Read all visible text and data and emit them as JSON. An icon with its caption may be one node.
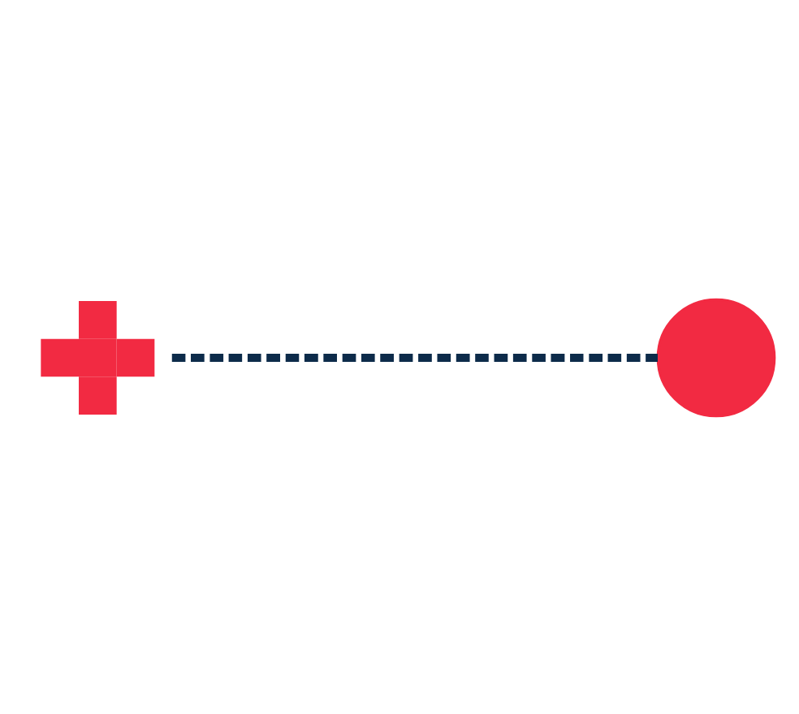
{
  "diagram": {
    "nodes": [
      {
        "text": [],
        "shape": "cross"
      },
      {
        "text": [],
        "shape": "circle"
      }
    ],
    "edges": [
      {
        "from": 0,
        "to": 1,
        "arrow": "none",
        "style": "dashed",
        "color": "#0d2b4a"
      }
    ]
  }
}
